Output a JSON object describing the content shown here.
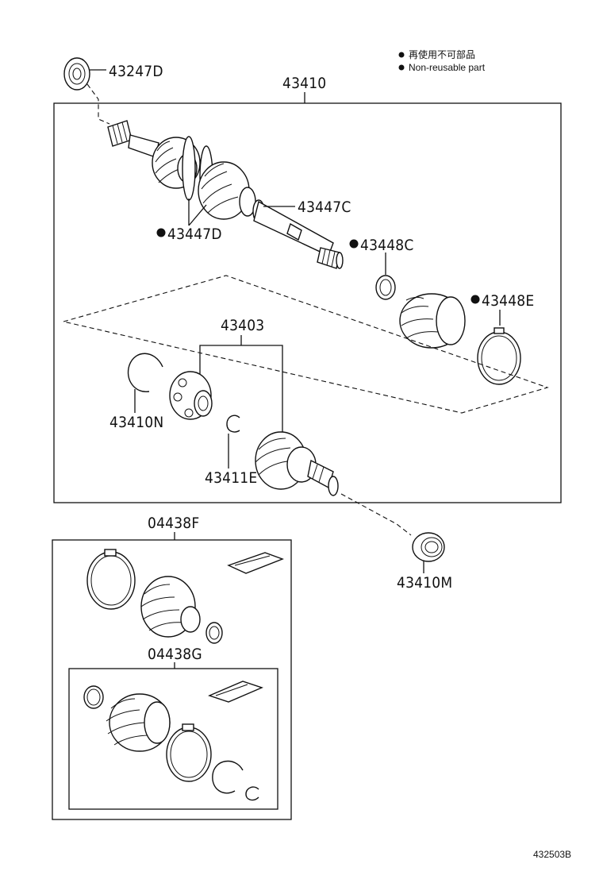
{
  "legend": {
    "reuse_jp": "再使用不可部品",
    "reuse_en": "Non-reusable part"
  },
  "labels": {
    "p43247D": "43247D",
    "p43410": "43410",
    "p43447C": "43447C",
    "p43447D": "43447D",
    "p43448C": "43448C",
    "p43448E": "43448E",
    "p43403": "43403",
    "p43410N": "43410N",
    "p43411E": "43411E",
    "p43410M": "43410M",
    "p04438F": "04438F",
    "p04438G": "04438G"
  },
  "figure_id": "432503B",
  "non_reusable_marker": "●"
}
